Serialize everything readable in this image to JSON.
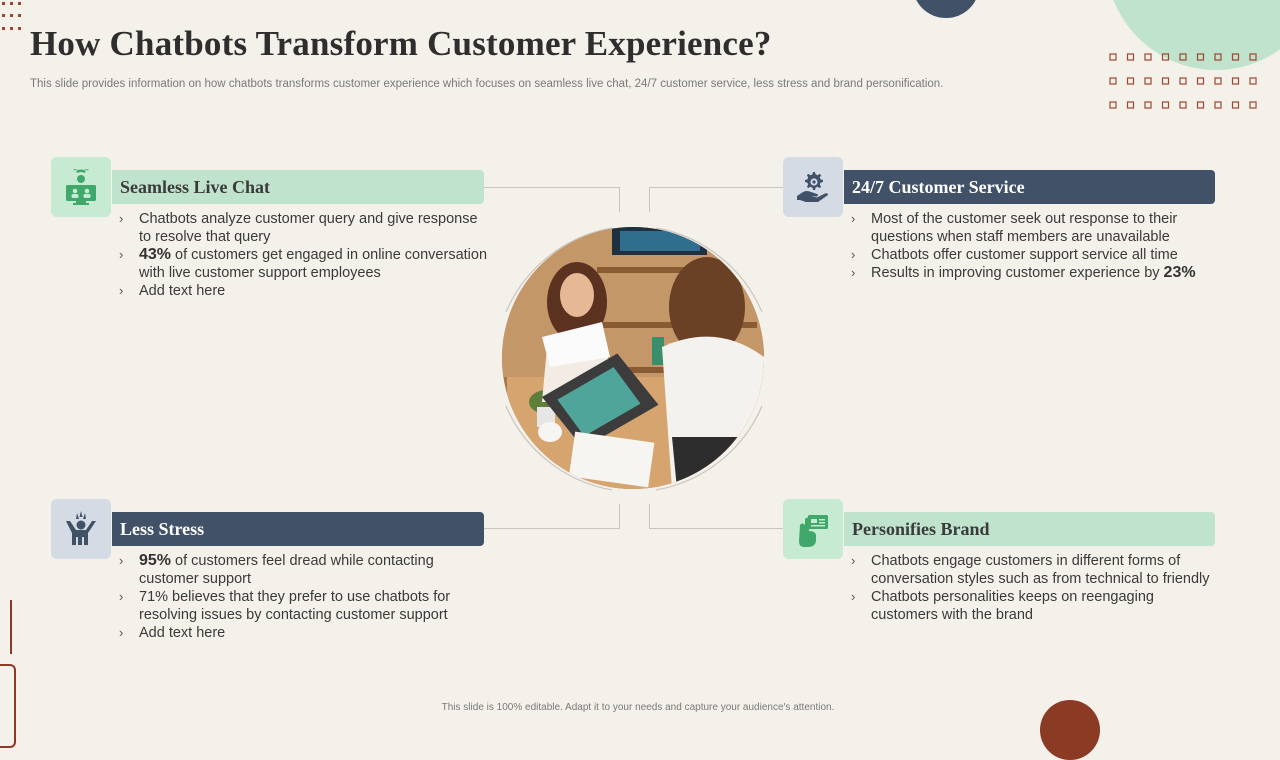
{
  "slide": {
    "title": "How Chatbots Transform Customer Experience?",
    "subtitle": "This slide provides information on how chatbots transforms customer experience which focuses on seamless live chat, 24/7 customer service, less stress and brand personification.",
    "footer": "This slide is 100% editable. Adapt it to your needs and capture your audience's attention."
  },
  "colors": {
    "green": "#bfe3cc",
    "navy": "#415168",
    "background": "#f4f0ea",
    "accent_brown": "#8b3a24"
  },
  "sections": {
    "live_chat": {
      "heading": "Seamless Live Chat",
      "icon": "chat-agent-icon",
      "points": [
        {
          "pre": "",
          "bold": "",
          "text": "Chatbots analyze customer query and give response to resolve that query"
        },
        {
          "pre": "",
          "bold": "43%",
          "text": " of customers get engaged in online conversation with live customer support employees"
        },
        {
          "pre": "",
          "bold": "",
          "text": "Add text here"
        }
      ]
    },
    "service": {
      "heading": "24/7 Customer Service",
      "icon": "gear-hand-icon",
      "points": [
        {
          "pre": "",
          "bold": "",
          "text": "Most of the customer seek out response to their questions when staff members are unavailable"
        },
        {
          "pre": "",
          "bold": "",
          "text": "Chatbots offer customer support service all time"
        },
        {
          "pre": "Results in improving customer experience by ",
          "bold": "23%",
          "text": ""
        }
      ]
    },
    "stress": {
      "heading": "Less Stress",
      "icon": "stressed-person-icon",
      "points": [
        {
          "pre": "",
          "bold": "95%",
          "text": " of customers feel dread while contacting  customer support"
        },
        {
          "pre": "",
          "bold": "",
          "text": "71% believes that they prefer to use chatbots for resolving issues by contacting customer support"
        },
        {
          "pre": "",
          "bold": "",
          "text": "Add text here"
        }
      ]
    },
    "brand": {
      "heading": "Personifies Brand",
      "icon": "hand-card-icon",
      "points": [
        {
          "pre": "",
          "bold": "",
          "text": "Chatbots engage customers in different forms of conversation styles such as from technical to friendly"
        },
        {
          "pre": "",
          "bold": "",
          "text": "Chatbots personalities keeps on reengaging customers with the brand"
        }
      ]
    }
  },
  "center_image": {
    "icon": "meeting-photo"
  }
}
